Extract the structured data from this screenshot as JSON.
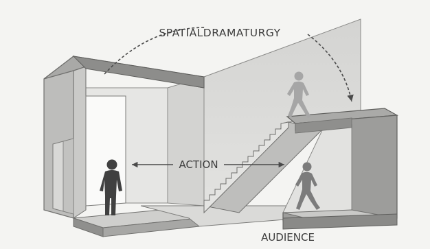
{
  "labels": {
    "top": "SPATIALDRAMATURGY",
    "center": "ACTION",
    "bottom": "AUDIENCE"
  },
  "colors": {
    "background": "#f4f4f2",
    "wall_light": "#e3e3e1",
    "wall_mid": "#cfcfcd",
    "wall_dark": "#9a9a98",
    "edge": "#6f6f6d",
    "figure_dark": "#404040",
    "figure_mid": "#7c7c7c",
    "figure_light": "#a6a6a6",
    "text": "#3c3c3c"
  },
  "icons": [
    "person-standing-icon",
    "person-walking-icon",
    "person-walking-faded-icon",
    "curved-dashed-arrow-icon",
    "double-headed-arrow-icon"
  ]
}
